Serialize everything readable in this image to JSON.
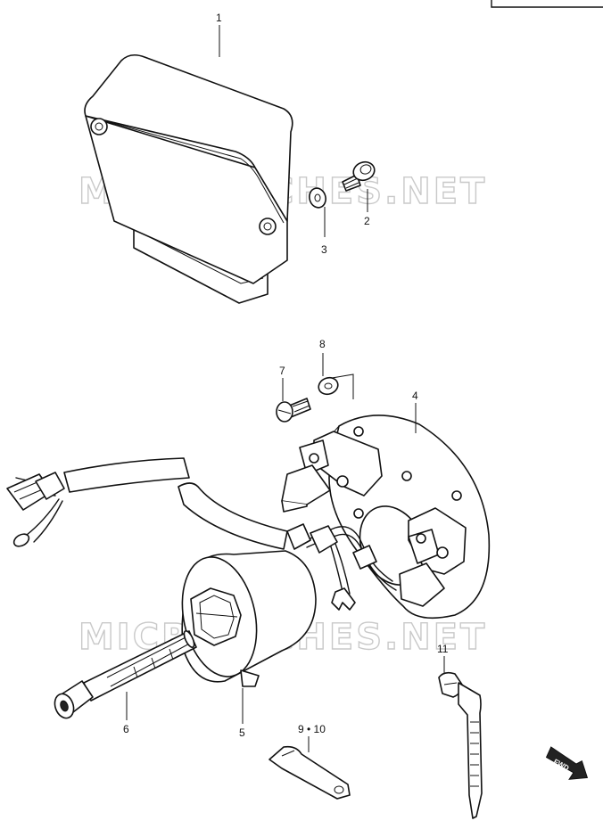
{
  "watermarks": [
    "MICROFICHES.NET",
    "MICROFICHES.NET"
  ],
  "callouts": [
    {
      "id": "1",
      "text": "1"
    },
    {
      "id": "2",
      "text": "2"
    },
    {
      "id": "3",
      "text": "3"
    },
    {
      "id": "4",
      "text": "4"
    },
    {
      "id": "5",
      "text": "5"
    },
    {
      "id": "6",
      "text": "6"
    },
    {
      "id": "7",
      "text": "7"
    },
    {
      "id": "8",
      "text": "8"
    },
    {
      "id": "9-10",
      "text": "9 • 10"
    },
    {
      "id": "11",
      "text": "11"
    }
  ],
  "fwd_label": "FWD"
}
